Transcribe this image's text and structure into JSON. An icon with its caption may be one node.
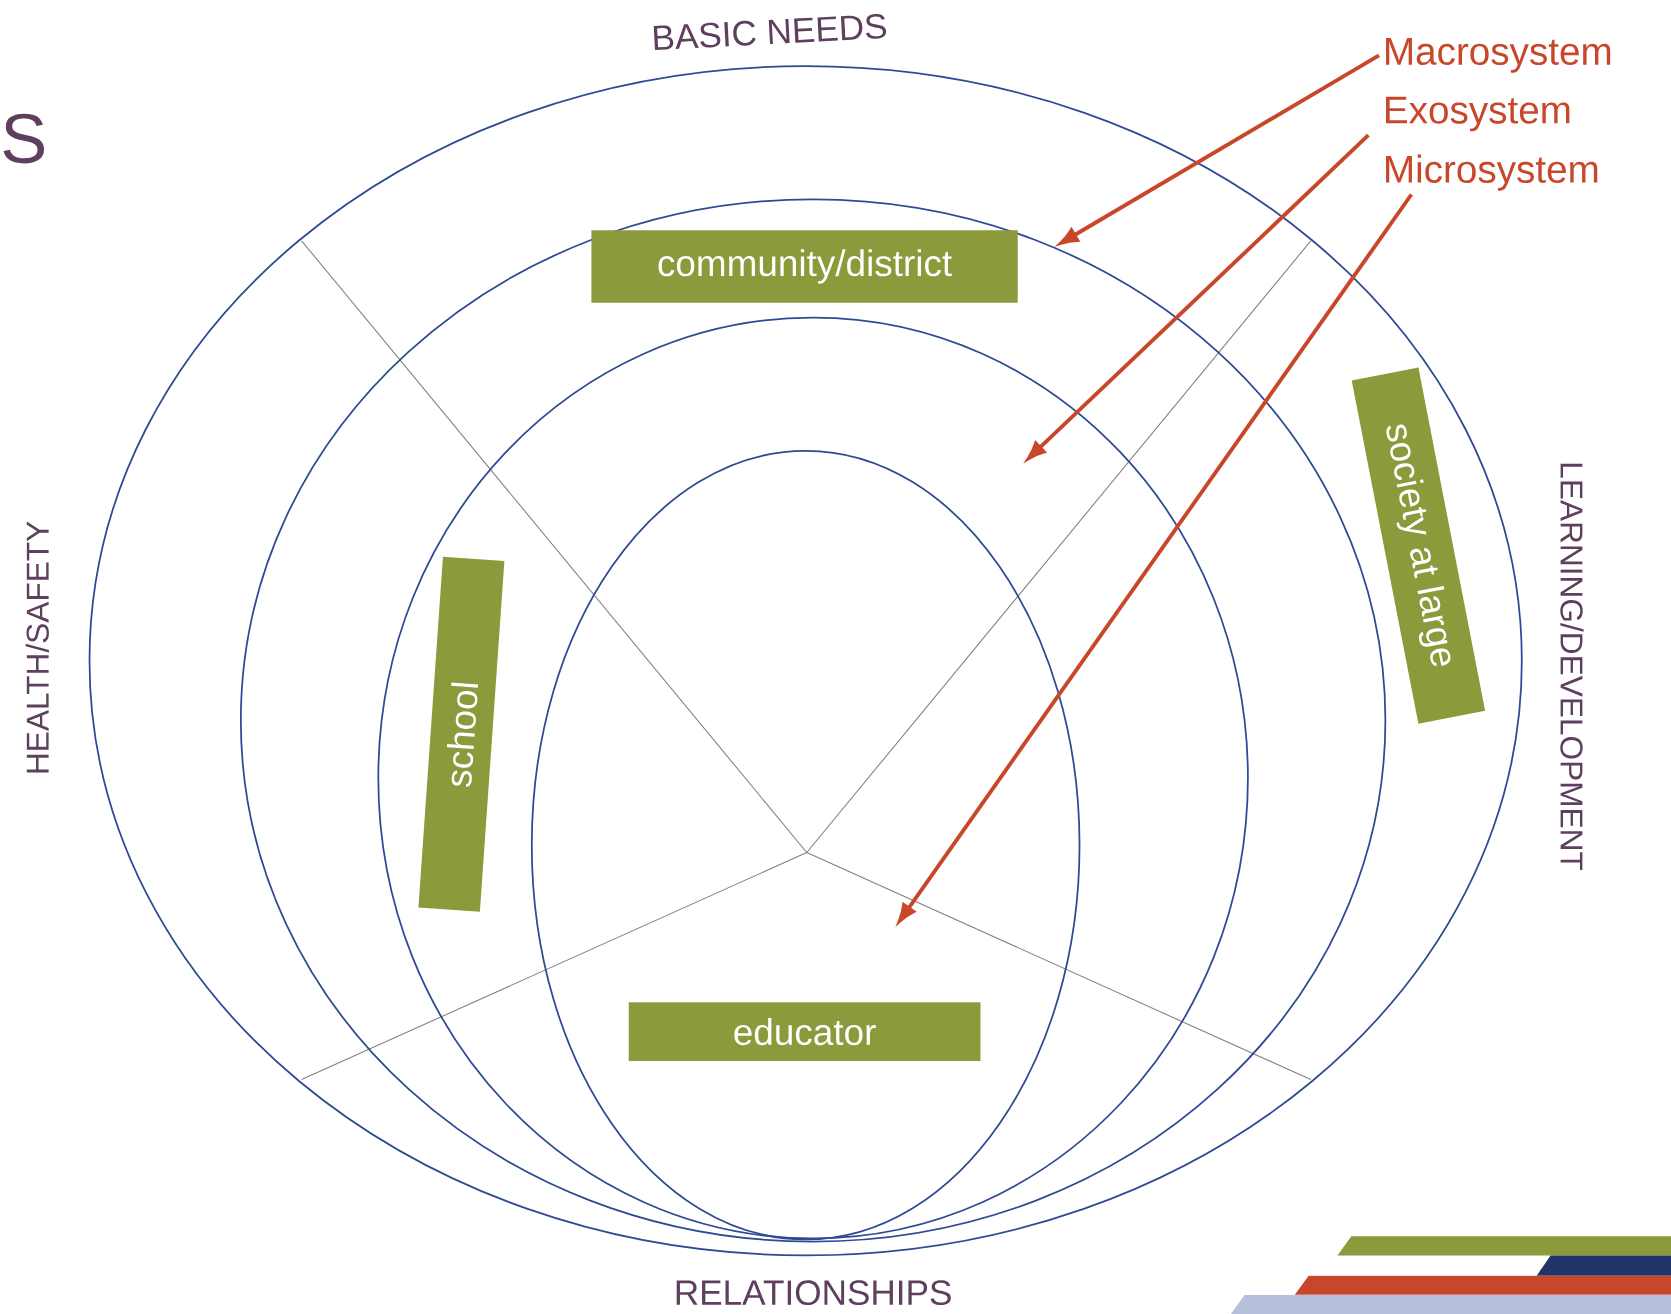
{
  "diagram": {
    "nodes": [
      {
        "text": [],
        "shape": "ellipse"
      },
      {
        "text": [],
        "shape": "ellipse",
        "in": 0
      },
      {
        "text": [],
        "shape": "ellipse",
        "in": 1
      },
      {
        "text": [],
        "shape": "ellipse",
        "in": 2
      },
      {
        "text": [
          "Macrosystem"
        ]
      },
      {
        "text": [
          "Exosystem"
        ]
      },
      {
        "text": [
          "Microsystem"
        ]
      },
      {
        "text": [
          "community/district"
        ],
        "in": 1
      },
      {
        "text": [
          "society at large"
        ],
        "in": 0
      },
      {
        "text": [
          "school"
        ],
        "in": 2
      },
      {
        "text": [
          "educator"
        ],
        "in": 3
      }
    ],
    "edges": [
      {
        "from": 4,
        "to": 1,
        "arrow": "to"
      },
      {
        "from": 5,
        "to": null,
        "arrow": "to"
      },
      {
        "from": 6,
        "to": null,
        "arrow": "to"
      }
    ],
    "labels": [
      "S",
      "BASIC NEEDS",
      "HEALTH/SAFETY",
      "LEARNING/DEVELOPMENT",
      "RELATIONSHIPS"
    ]
  }
}
